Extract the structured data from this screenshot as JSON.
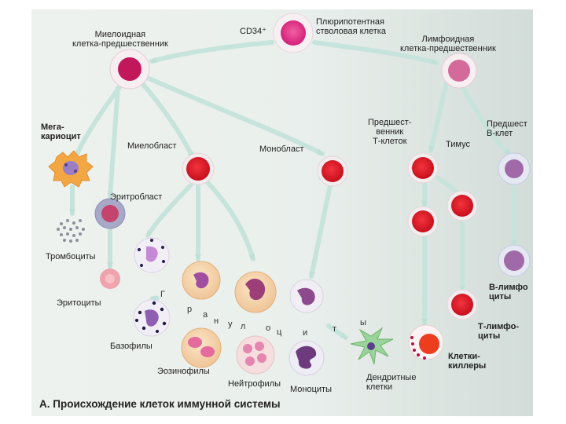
{
  "labels": {
    "cd34": "CD34⁺",
    "stem": "Плюрипотентная\nстволовая клетка",
    "myeloid": "Миелоидная\nклетка-предшественник",
    "lymphoid": "Лимфоидная\nклетка-предшественник",
    "mega": "Мега-\nкариоцит",
    "myeloblast": "Миелобласт",
    "monoblast": "Монобласт",
    "tpre": "Предшест-\nвенник\nТ-клеток",
    "thymus": "Тимус",
    "bpre": "Предшест\nВ-клет",
    "erythroblast": "Эритробласт",
    "platelets": "Тромбоциты",
    "erythrocytes": "Эритоциты",
    "basophils": "Базофилы",
    "eosinophils": "Эозинофилы",
    "neutrophils": "Нейтрофилы",
    "monocytes": "Моноциты",
    "dendritic": "Дендритные\nклетки",
    "killers": "Клетки-\nкиллеры",
    "blympho": "В-лимфо\nциты",
    "tlympho": "Т-лимфо-\nциты"
  },
  "granulocyte_letters": [
    "Г",
    "р",
    "а",
    "н",
    "у",
    "л",
    "о",
    "ц",
    "и",
    "т",
    "ы"
  ],
  "caption": "А. Происхождение клеток иммунной системы",
  "colors": {
    "arrow": "#c6e4dc",
    "stem": "#e83a8c",
    "progenitor": "#c2185b",
    "blast": "#e01f2b",
    "lymph_pre": "#d36a9a",
    "b_cell": "#a06aa8",
    "erythroblast": "#c4446e"
  }
}
